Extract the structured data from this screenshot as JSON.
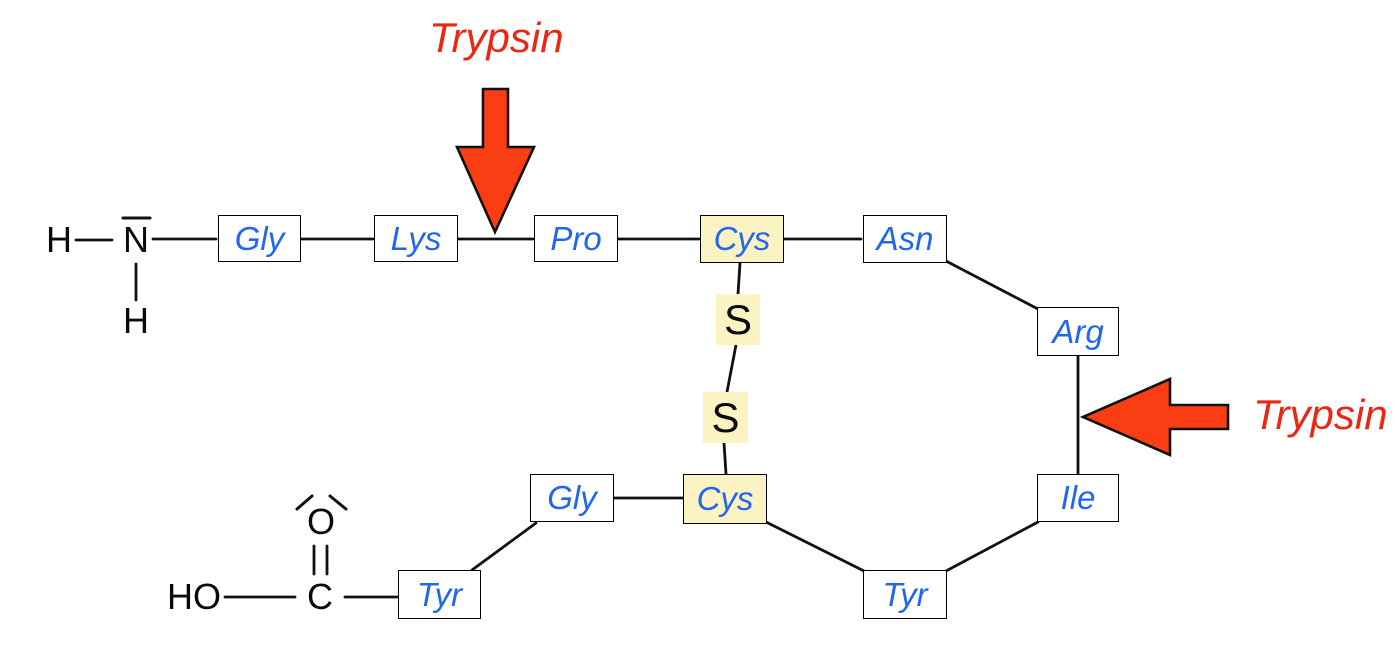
{
  "diagram": {
    "description": "Peptide chain with two trypsin cleavage sites and a disulfide bridge",
    "enzyme": {
      "top_label": "Trypsin",
      "right_label": "Trypsin"
    },
    "n_terminus": {
      "h_left": "H",
      "n": "N",
      "h_bottom": "H"
    },
    "c_terminus": {
      "ho": "HO",
      "c": "C",
      "o": "O"
    },
    "disulfide": {
      "s_top": "S",
      "s_bottom": "S"
    },
    "residues": {
      "gly_top": "Gly",
      "lys": "Lys",
      "pro": "Pro",
      "cys_top": "Cys",
      "asn": "Asn",
      "arg": "Arg",
      "ile": "Ile",
      "tyr_right": "Tyr",
      "cys_bottom": "Cys",
      "gly_bottom": "Gly",
      "tyr_left": "Tyr"
    },
    "sequence": [
      "Gly",
      "Lys",
      "Pro",
      "Cys",
      "Asn",
      "Arg",
      "Ile",
      "Tyr",
      "Cys",
      "Gly",
      "Tyr"
    ],
    "cleavage_sites": [
      "Lys-Pro",
      "Arg-Ile"
    ]
  },
  "colors": {
    "background": "#ffffff",
    "bond": "#111111",
    "residue_text": "#2166f0",
    "highlight": "#fbf4c2",
    "arrow_fill": "#fa3d13",
    "enzyme_text": "#ea2713",
    "atom_text": "#0a0a0a"
  }
}
